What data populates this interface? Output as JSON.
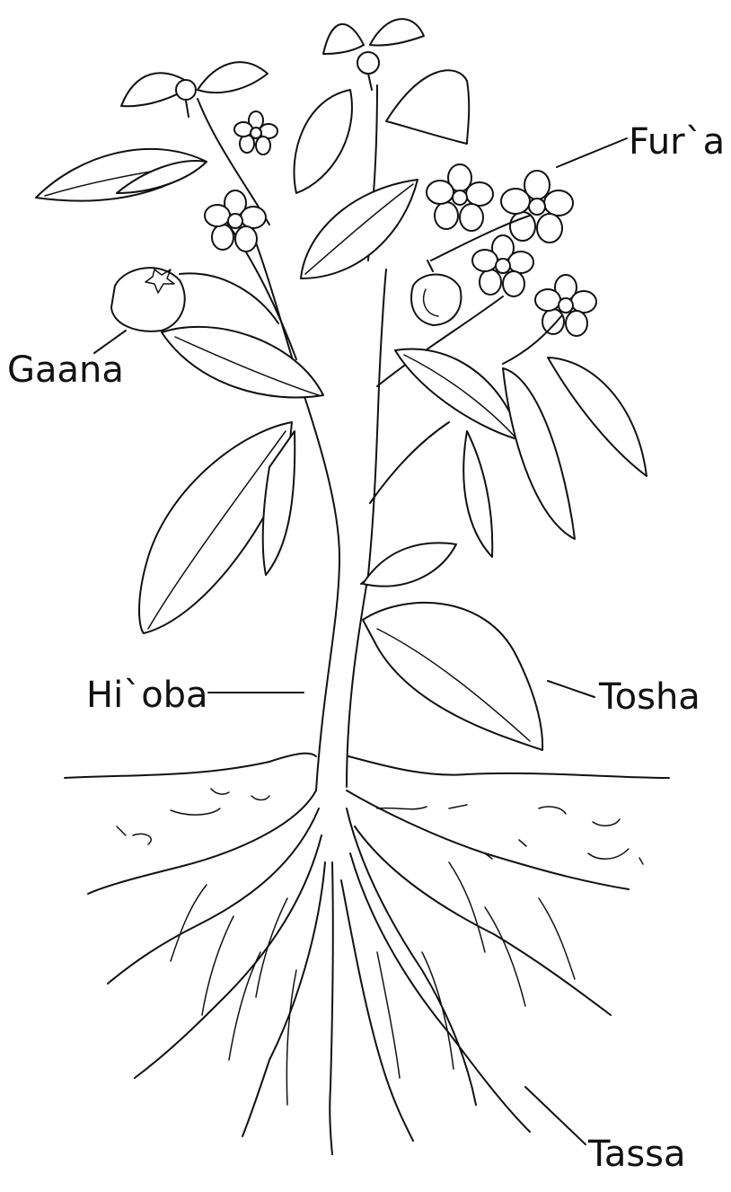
{
  "diagram": {
    "labels": {
      "flower": "Fur`a",
      "fruit": "Gaana",
      "leaf": "Tosha",
      "stem": "Hi`oba",
      "root": "Tassa"
    }
  }
}
